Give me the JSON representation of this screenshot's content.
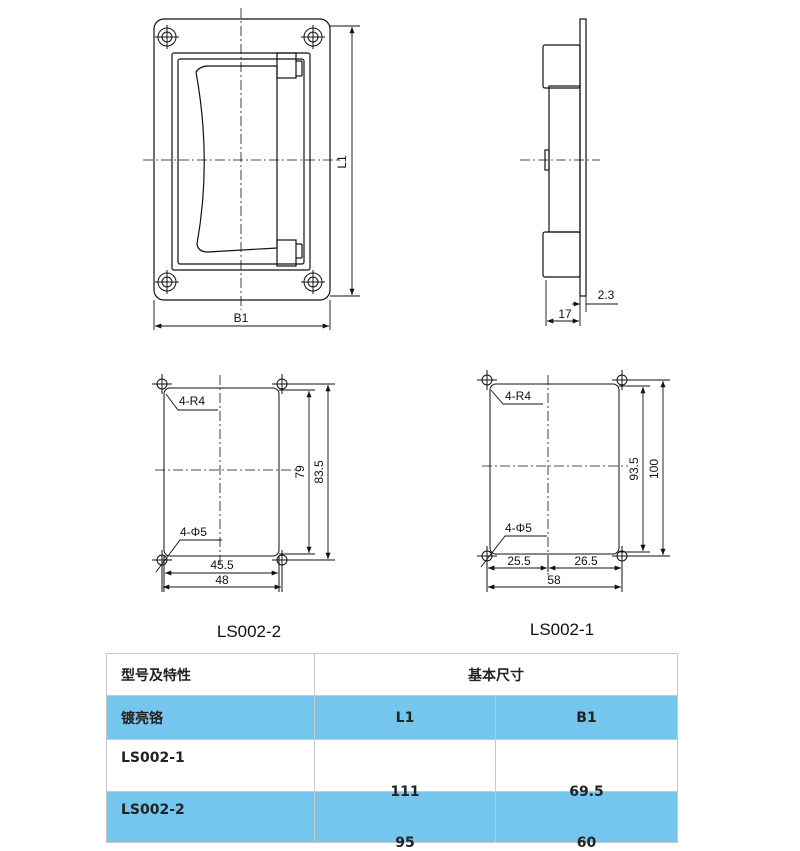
{
  "drawing": {
    "dims": {
      "l1": "L1",
      "b1": "B1",
      "d17": "17",
      "d23": "2.3",
      "r4_a": "4-R4",
      "phi5_a": "4-Φ5",
      "d455": "45.5",
      "d48": "48",
      "d79": "79",
      "d835": "83.5",
      "r4_b": "4-R4",
      "phi5_b": "4-Φ5",
      "d255": "25.5",
      "d265": "26.5",
      "d58": "58",
      "d935": "93.5",
      "d100": "100"
    },
    "models": {
      "left": "LS002-2",
      "right": "LS002-1"
    }
  },
  "table": {
    "header": {
      "spec": "型号及特性",
      "basic": "基本尺寸"
    },
    "subheader": {
      "finish": "镀亮铬",
      "l1": "L1",
      "b1": "B1"
    },
    "rows": [
      {
        "model": "LS002-1",
        "l1": "111",
        "b1": "69.5"
      },
      {
        "model": "LS002-2",
        "l1": "95",
        "b1": "60"
      }
    ],
    "colors": {
      "highlight": "#74c6ee",
      "border": "#c9c9c9"
    }
  }
}
